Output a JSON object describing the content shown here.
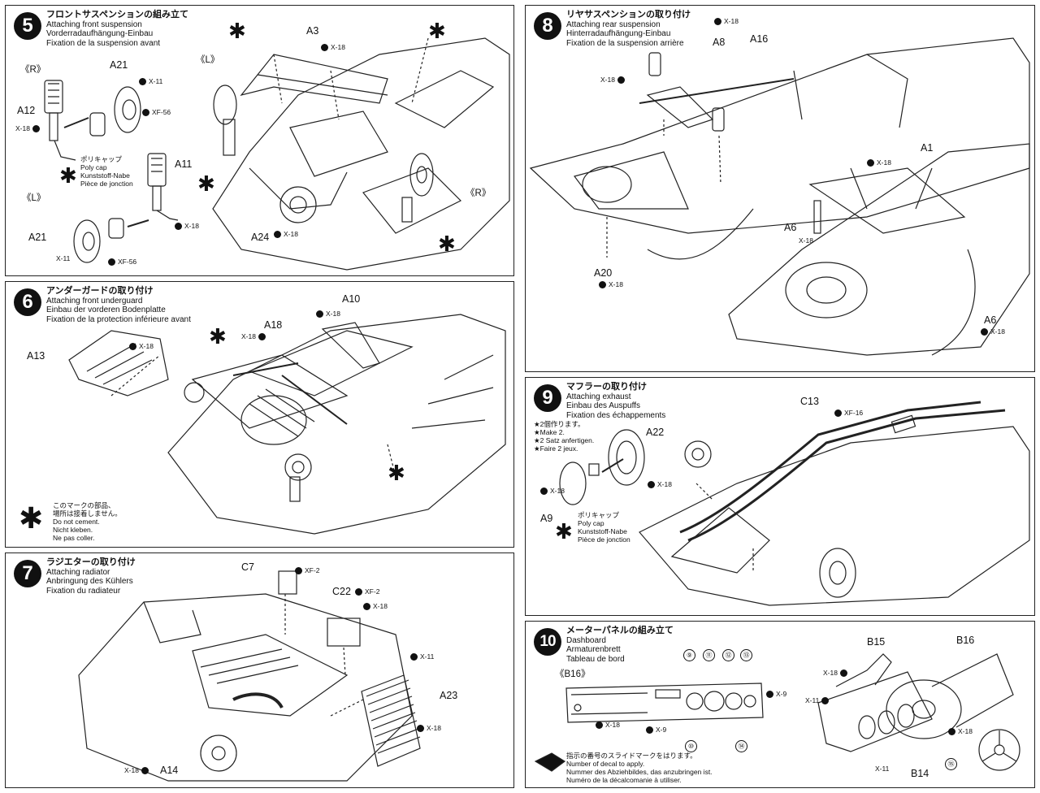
{
  "steps": {
    "s5": {
      "num": "5",
      "jp": "フロントサスペンションの組み立て",
      "en": "Attaching front suspension",
      "de": "Vorderradaufhängung-Einbau",
      "fr": "Fixation de la suspension avant",
      "labels": {
        "R1": "《R》",
        "L1": "《L》",
        "L2": "《L》",
        "R2": "《R》",
        "A21a": "A21",
        "A12": "A12",
        "A11": "A11",
        "A21b": "A21",
        "A3": "A3",
        "A24": "A24"
      },
      "screws": {
        "x11a": "X-11",
        "xf56a": "XF-56",
        "x18a": "X-18",
        "x18b": "X-18",
        "x11b": "X-11",
        "xf56b": "XF-56",
        "x18c": "X-18",
        "x18d": "X-18"
      },
      "polycap": [
        "ポリキャップ",
        "Poly cap",
        "Kunststoff-Nabe",
        "Pièce de jonction"
      ]
    },
    "s6": {
      "num": "6",
      "jp": "アンダーガードの取り付け",
      "en": "Attaching front underguard",
      "de": "Einbau der vorderen Bodenplatte",
      "fr": "Fixation de la protection inférieure avant",
      "labels": {
        "A13": "A13",
        "A18": "A18",
        "A10": "A10"
      },
      "screws": {
        "x18a": "X-18",
        "x18b": "X-18",
        "x18c": "X-18"
      },
      "notice": [
        "このマークの部品、",
        "場所は接着しません。",
        "Do not cement.",
        "Nicht kleben.",
        "Ne pas coller."
      ]
    },
    "s7": {
      "num": "7",
      "jp": "ラジエターの取り付け",
      "en": "Attaching radiator",
      "de": "Anbringung des Kühlers",
      "fr": "Fixation du radiateur",
      "labels": {
        "C7": "C7",
        "C22": "C22",
        "A23": "A23",
        "A14": "A14"
      },
      "screws": {
        "xf2a": "XF-2",
        "xf2b": "XF-2",
        "x18a": "X-18",
        "x11": "X-11",
        "x18b": "X-18",
        "x18c": "X-18"
      }
    },
    "s8": {
      "num": "8",
      "jp": "リヤサスペンションの取り付け",
      "en": "Attaching rear suspension",
      "de": "Hinterradaufhängung-Einbau",
      "fr": "Fixation de la suspension arrière",
      "labels": {
        "A8": "A8",
        "A16": "A16",
        "A1": "A1",
        "A6a": "A6",
        "A20": "A20",
        "A6b": "A6"
      },
      "screws": {
        "x18a": "X-18",
        "x18b": "X-18",
        "x18c": "X-18",
        "x18d": "X-18",
        "x18e": "X-18",
        "x18f": "X-18"
      }
    },
    "s9": {
      "num": "9",
      "jp": "マフラーの取り付け",
      "en": "Attaching exhaust",
      "de": "Einbau des Auspuffs",
      "fr": "Fixation des échappements",
      "make2": [
        "★2個作ります。",
        "★Make 2.",
        "★2 Satz anfertigen.",
        "★Faire 2 jeux."
      ],
      "labels": {
        "C13": "C13",
        "A22": "A22",
        "A9": "A9"
      },
      "screws": {
        "xf16": "XF-16",
        "x18a": "X-18",
        "x18b": "X-18"
      },
      "polycap": [
        "ポリキャップ",
        "Poly cap",
        "Kunststoff-Nabe",
        "Pièce de jonction"
      ]
    },
    "s10": {
      "num": "10",
      "jp": "メーターパネルの組み立て",
      "en": "Dashboard",
      "de": "Armaturenbrett",
      "fr": "Tableau de bord",
      "labels": {
        "B16a": "《B16》",
        "B15": "B15",
        "B16b": "B16",
        "B14": "B14"
      },
      "screws": {
        "x18a": "X-18",
        "x9a": "X-9",
        "x9b": "X-9",
        "x18b": "X-18",
        "x11a": "X-11",
        "x18c": "X-18",
        "x11b": "X-11"
      },
      "decals": [
        "⑨",
        "⑪",
        "⑫",
        "⑬",
        "⑩",
        "⑭",
        "⑮"
      ],
      "decal_note": [
        "指示の番号のスライドマークをはります。",
        "Number of decal to apply.",
        "Nummer des Abziehbildes, das anzubringen ist.",
        "Numéro de la décalcomanie à utiliser."
      ]
    }
  }
}
